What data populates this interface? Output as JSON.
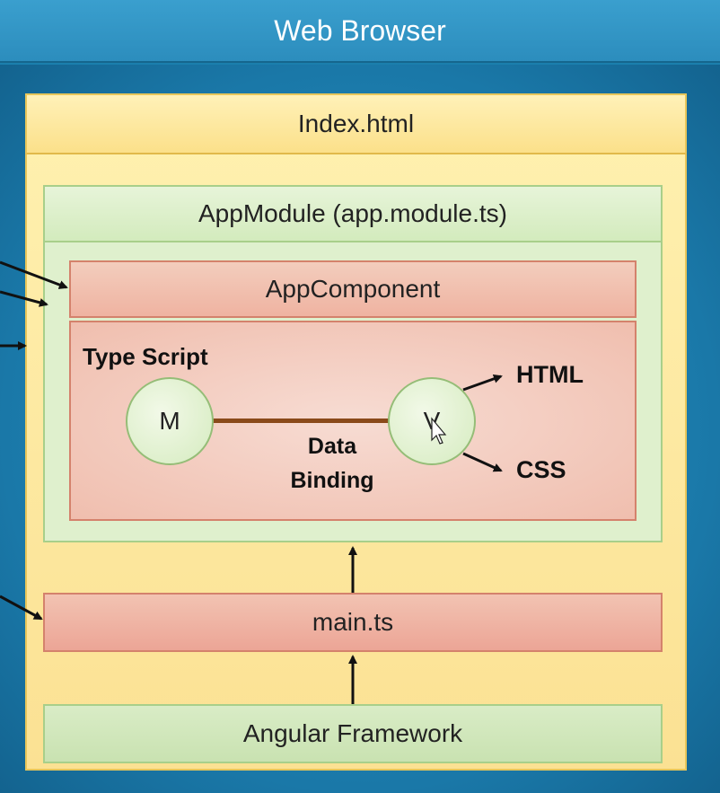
{
  "browser": {
    "title": "Web Browser"
  },
  "index": {
    "title": "Index.html"
  },
  "module": {
    "title": "AppModule (app.module.ts)"
  },
  "component": {
    "title": "AppComponent",
    "language_label": "Type Script",
    "model_label": "M",
    "view_label": "V",
    "binding_label_line1": "Data",
    "binding_label_line2": "Binding",
    "html_label": "HTML",
    "css_label": "CSS"
  },
  "main": {
    "title": "main.ts"
  },
  "framework": {
    "title": "Angular Framework"
  },
  "colors": {
    "browser": "#1b7fad",
    "index": "#fbe193",
    "module": "#dff0cd",
    "component": "#f0beae",
    "main": "#eca596",
    "framework": "#c9e2b1",
    "binding_line": "#8a4a1a"
  }
}
